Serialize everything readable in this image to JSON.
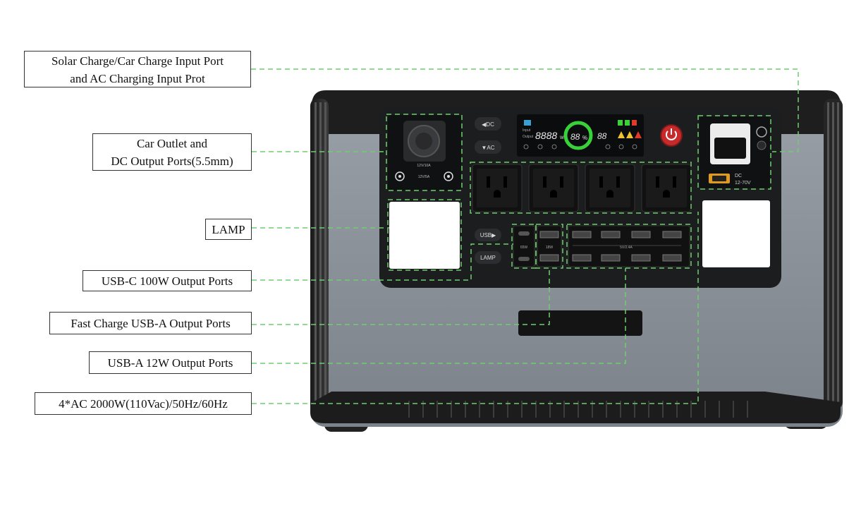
{
  "callouts": {
    "solar_input": {
      "line1": "Solar Charge/Car Charge Input Port",
      "line2": "and AC Charging Input Prot"
    },
    "car_outlet": {
      "line1": "Car Outlet and",
      "line2": "DC Output Ports(5.5mm)"
    },
    "lamp": {
      "line1": "LAMP"
    },
    "usb_c": {
      "line1": "USB-C 100W Output Ports"
    },
    "fast_usb_a": {
      "line1": "Fast Charge USB-A Output Ports"
    },
    "usb_a_12w": {
      "line1": "USB-A 12W Output Ports"
    },
    "ac_outlets": {
      "line1": "4*AC 2000W(110Vac)/50Hz/60Hz"
    }
  },
  "device": {
    "dc_button": "◀DC",
    "ac_button": "▼AC",
    "usb_button": "USB▶",
    "lamp_button": "LAMP",
    "car_socket_label": "12V/10A",
    "dc_port_label": "12V/5A",
    "usb_c_label": "65W",
    "fast_usb_label": "18W",
    "usb_a_label": "5V/2.4A",
    "dc_input_label": "DC",
    "dc_input_voltage": "12-70V",
    "display": {
      "input_label": "Input",
      "output_label": "Output",
      "watts": "8888",
      "watts_unit": "W",
      "percent": "88",
      "percent_unit": "%",
      "hours": "88"
    }
  },
  "colors": {
    "guide_line": "#6fce6f",
    "body_gray": "#8a9098",
    "panel_black": "#1c1d1f",
    "display_green": "#39d13a",
    "power_red": "#d62a2a"
  }
}
